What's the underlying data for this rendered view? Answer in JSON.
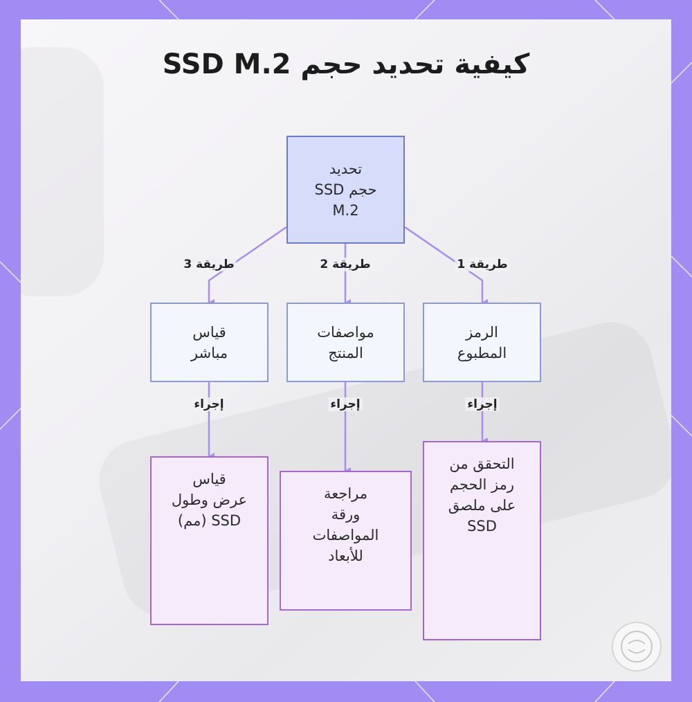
{
  "title": "كيفية تحديد حجم SSD M.2",
  "colors": {
    "frame": "#a08cf3",
    "line": "#a98cf0",
    "root_fill": "#d8dcfb",
    "method_fill": "#f4f6fe",
    "action_fill": "#f5ebfb",
    "action_border": "#a766cf"
  },
  "nodes": {
    "root": "تحديد\nحجم SSD\nM.2",
    "method1": "الرمز\nالمطبوع",
    "method2": "مواصفات\nالمنتج",
    "method3": "قياس\nمباشر",
    "action1": "التحقق من\nرمز الحجم\nعلى ملصق\nSSD",
    "action2": "مراجعة\nورقة\nالمواصفات\nللأبعاد",
    "action3": "قياس\nعرض وطول\nSSD (مم)"
  },
  "edge_labels": {
    "method1": "طريقة 1",
    "method2": "طريقة 2",
    "method3": "طريقة 3",
    "action": "إجراء"
  },
  "logo": "logo-badge"
}
